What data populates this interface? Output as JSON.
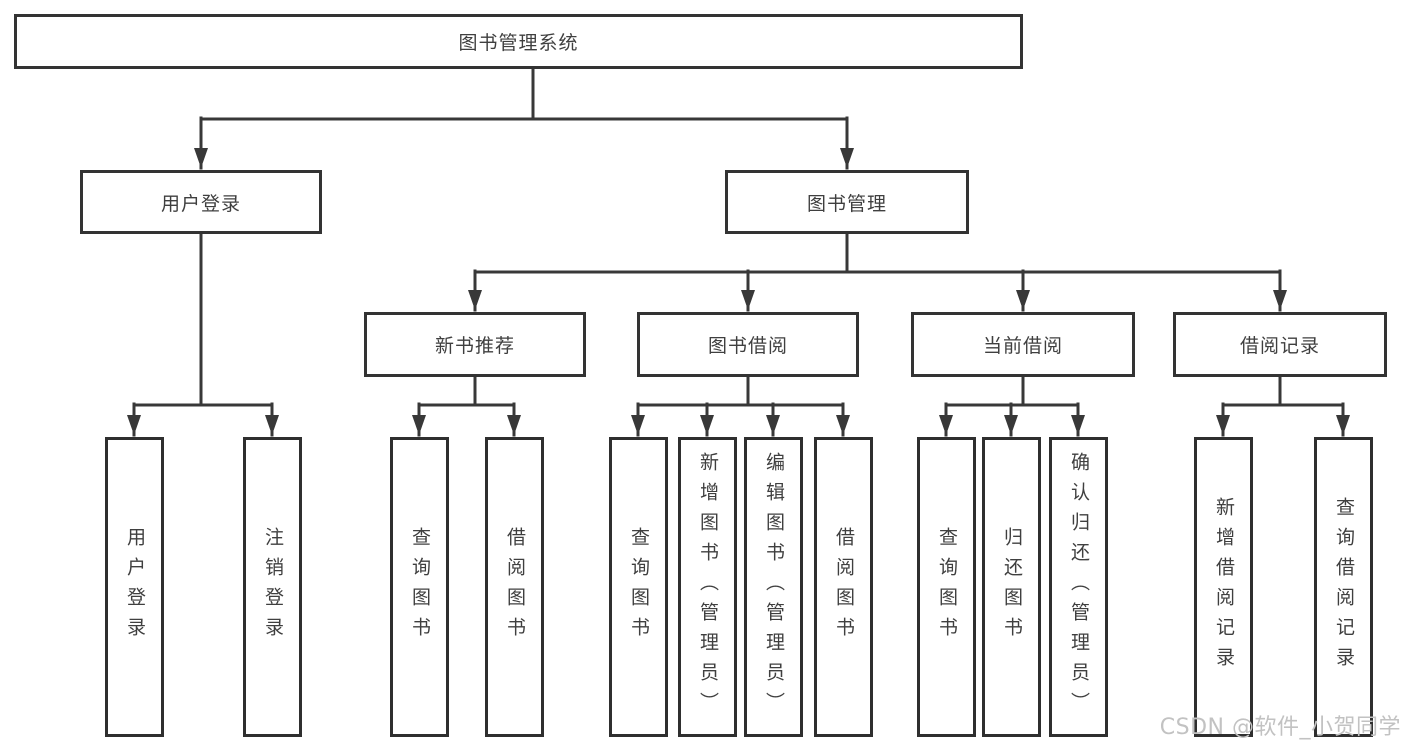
{
  "tree": {
    "root": "图书管理系统",
    "branches": [
      {
        "label": "用户登录",
        "children": [
          {
            "label": "用户登录"
          },
          {
            "label": "注销登录"
          }
        ]
      },
      {
        "label": "图书管理",
        "children": [
          {
            "label": "新书推荐",
            "children": [
              {
                "label": "查询图书"
              },
              {
                "label": "借阅图书"
              }
            ]
          },
          {
            "label": "图书借阅",
            "children": [
              {
                "label": "查询图书"
              },
              {
                "label": "新增图书（管理员）"
              },
              {
                "label": "编辑图书（管理员）"
              },
              {
                "label": "借阅图书"
              }
            ]
          },
          {
            "label": "当前借阅",
            "children": [
              {
                "label": "查询图书"
              },
              {
                "label": "归还图书"
              },
              {
                "label": "确认归还（管理员）"
              }
            ]
          },
          {
            "label": "借阅记录",
            "children": [
              {
                "label": "新增借阅记录"
              },
              {
                "label": "查询借阅记录"
              }
            ]
          }
        ]
      }
    ]
  },
  "watermark": {
    "text": "CSDN @软件_小贺同学"
  },
  "colors": {
    "line": "#383838",
    "box_border": "#333333",
    "text": "#3f3f3f",
    "watermark": "#c2c2c2",
    "background": "#ffffff"
  }
}
